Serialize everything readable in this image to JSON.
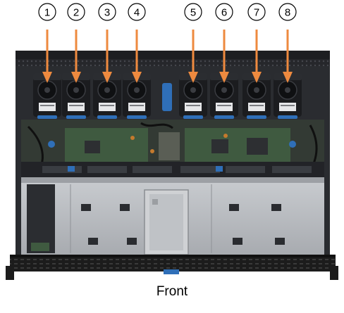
{
  "fan_callouts": [
    "1",
    "2",
    "3",
    "4",
    "5",
    "6",
    "7",
    "8"
  ],
  "caption": "Front",
  "colors": {
    "arrow": "#ee8a3f",
    "chassis_dark": "#202226",
    "fan_body": "#1b1c1f",
    "bay_metal": "#b9bcc0",
    "board_green": "#3f5a40",
    "bezel": "#1c1c1c",
    "accent_blue": "#2f6fb8"
  }
}
